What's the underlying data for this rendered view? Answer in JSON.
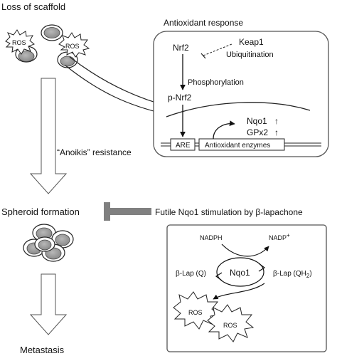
{
  "labels": {
    "loss_of_scaffold": "Loss of scaffold",
    "anoikis_resistance": "“Anoikis” resistance",
    "spheroid_formation": "Spheroid formation",
    "metastasis": "Metastasis",
    "futile_stimulation": "Futile Nqo1 stimulation by β-lapachone"
  },
  "cell_labels": {
    "ros_left": "ROS",
    "ros_right": "ROS"
  },
  "antioxidant_panel": {
    "title": "Antioxidant response",
    "nrf2": "Nrf2",
    "keap1": "Keap1",
    "ubiquitination": "Ubiquitination",
    "phosphorylation": "Phosphorylation",
    "p_nrf2": "p-Nrf2",
    "nqo1": "Nqo1",
    "gpx2": "GPx2",
    "are": "ARE",
    "antioxidant_enzymes": "Antioxidant enzymes",
    "up_arrow_glyph": "↑"
  },
  "cycle_panel": {
    "nadph": "NADPH",
    "nadp_base": "NADP",
    "nadp_sup": "+",
    "beta_lap_q": "β-Lap (Q)",
    "nqo1": "Nqo1",
    "beta_lap_qh2_base": "β-Lap (QH",
    "beta_lap_qh2_sub": "2",
    "beta_lap_qh2_end": ")",
    "ros_1": "ROS",
    "ros_2": "ROS"
  }
}
